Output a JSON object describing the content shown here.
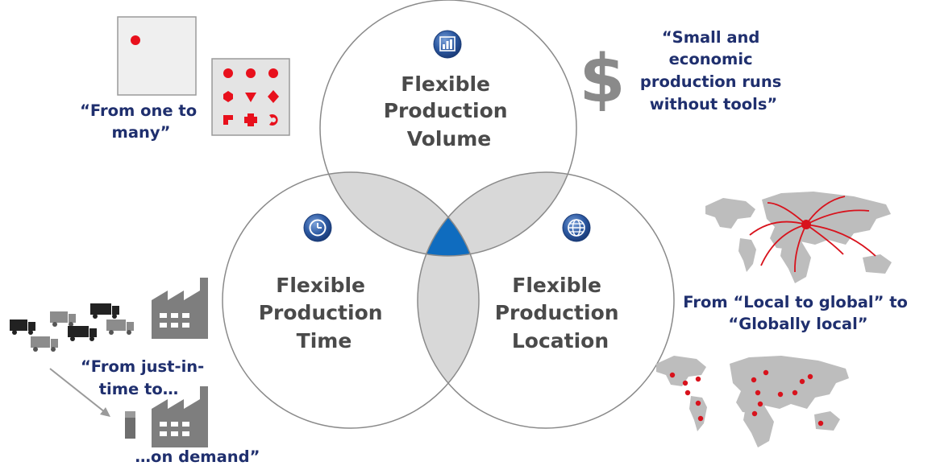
{
  "circles": {
    "volume": {
      "lines": [
        "Flexible",
        "Production",
        "Volume"
      ],
      "icon": "bar-chart-icon"
    },
    "time": {
      "lines": [
        "Flexible",
        "Production",
        "Time"
      ],
      "icon": "clock-icon"
    },
    "location": {
      "lines": [
        "Flexible",
        "Production",
        "Location"
      ],
      "icon": "globe-icon"
    }
  },
  "quotes": {
    "one_to_many": [
      "“From one to",
      "many”"
    ],
    "small_runs": [
      "“Small and",
      "economic",
      "production runs",
      "without tools”"
    ],
    "local_global": [
      "From “Local to global” to",
      "“Globally local”"
    ],
    "just_in_time": [
      "“From just-in-",
      "time to…"
    ],
    "on_demand": [
      "…on demand”"
    ]
  },
  "symbols": {
    "currency": "$"
  },
  "colors": {
    "center": "#0f6cbf",
    "overlap": "#d8d8d8",
    "circle_stroke": "#8a8a8a",
    "quote_text": "#1f2f6e",
    "label_text": "#4a4a4a",
    "accent_red": "#e8101c",
    "map_gray": "#bdbdbd"
  }
}
